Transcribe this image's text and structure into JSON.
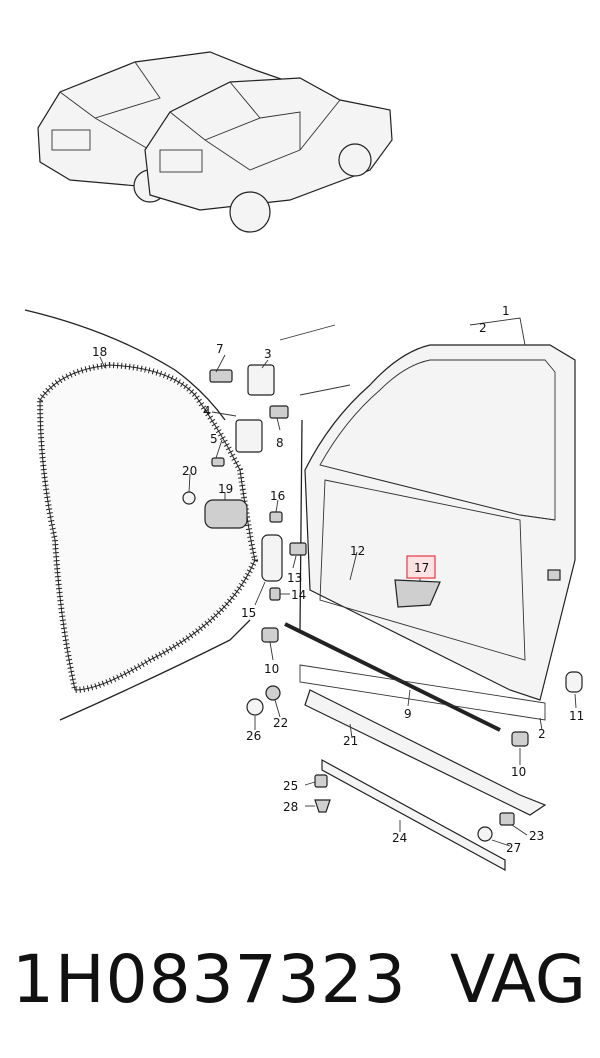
{
  "diagram": {
    "callouts": [
      "1",
      "2",
      "3",
      "4",
      "5",
      "7",
      "8",
      "9",
      "10",
      "11",
      "12",
      "13",
      "14",
      "15",
      "16",
      "17",
      "18",
      "19",
      "20",
      "21",
      "22",
      "23",
      "24",
      "25",
      "26",
      "27",
      "28"
    ],
    "highlight_callout": "17",
    "highlight_color": "#e63946"
  },
  "footer": {
    "part_number": "1H0837323",
    "brand": "VAG"
  }
}
